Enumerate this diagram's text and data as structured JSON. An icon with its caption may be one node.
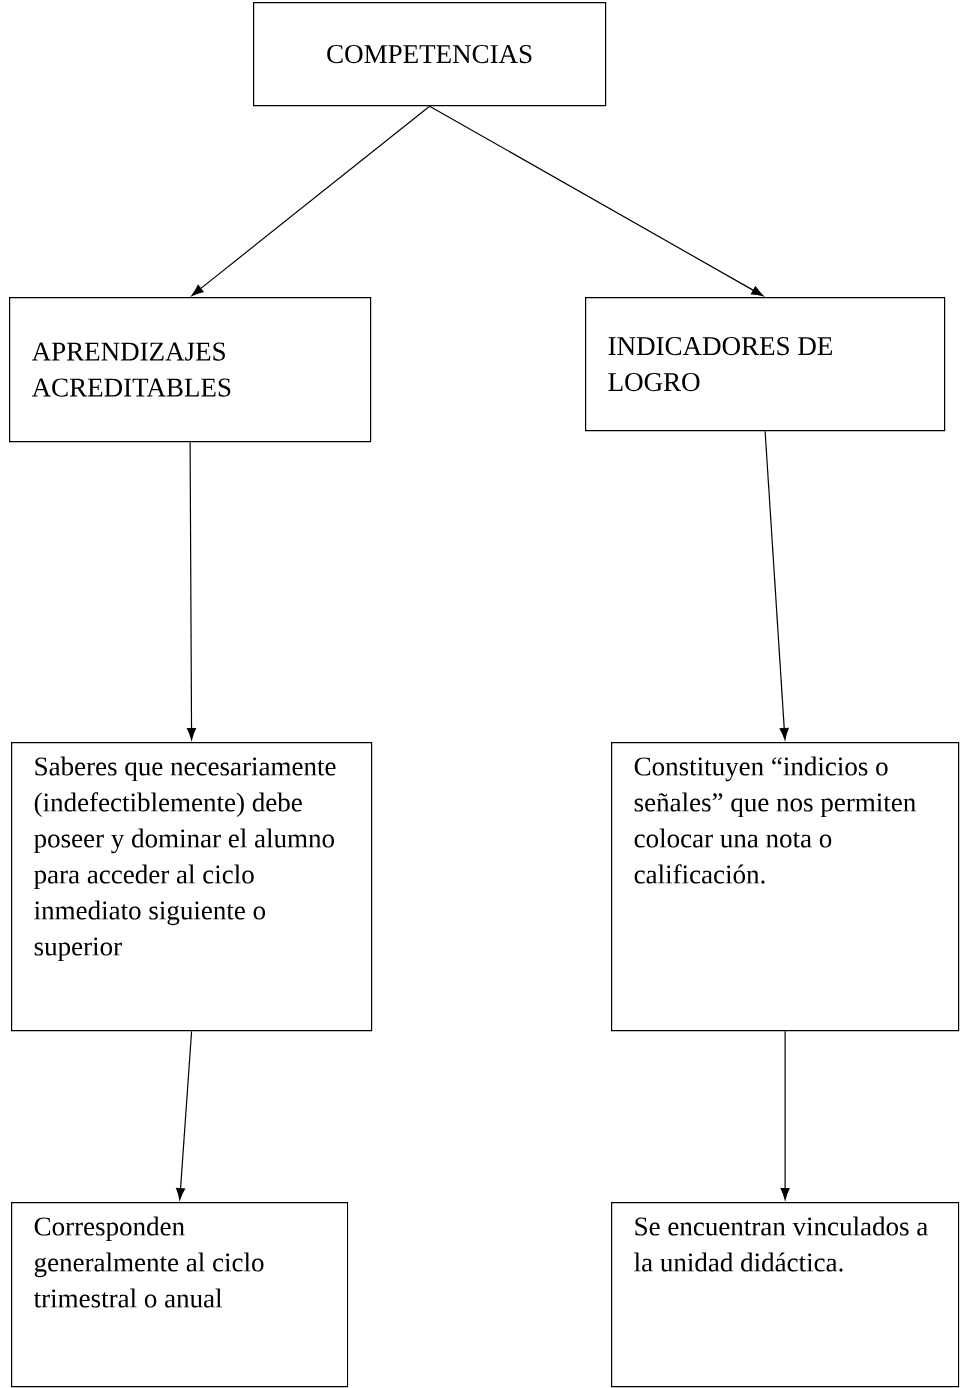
{
  "diagram": {
    "nodes": [
      {
        "text": [
          "COMPETENCIAS"
        ]
      },
      {
        "text": [
          "APRENDIZAJES ACREDITABLES"
        ]
      },
      {
        "text": [
          "INDICADORES DE LOGRO"
        ]
      },
      {
        "text": [
          "Saberes que necesariamente (indefectiblemente) debe poseer y dominar el alumno para acceder al ciclo inmediato siguiente o superior"
        ]
      },
      {
        "text": [
          "Constituyen “indicios o señales” que nos permiten colocar una nota o calificación."
        ]
      },
      {
        "text": [
          "Corresponden generalmente al ciclo trimestral o anual"
        ]
      },
      {
        "text": [
          "Se encuentran vinculados a la unidad didáctica."
        ]
      }
    ],
    "edges": [
      {
        "from": 0,
        "to": 1,
        "arrow": "to"
      },
      {
        "from": 0,
        "to": 2,
        "arrow": "to"
      },
      {
        "from": 1,
        "to": 3,
        "arrow": "to"
      },
      {
        "from": 2,
        "to": 4,
        "arrow": "to"
      },
      {
        "from": 3,
        "to": 5,
        "arrow": "to"
      },
      {
        "from": 4,
        "to": 6,
        "arrow": "to"
      }
    ]
  }
}
